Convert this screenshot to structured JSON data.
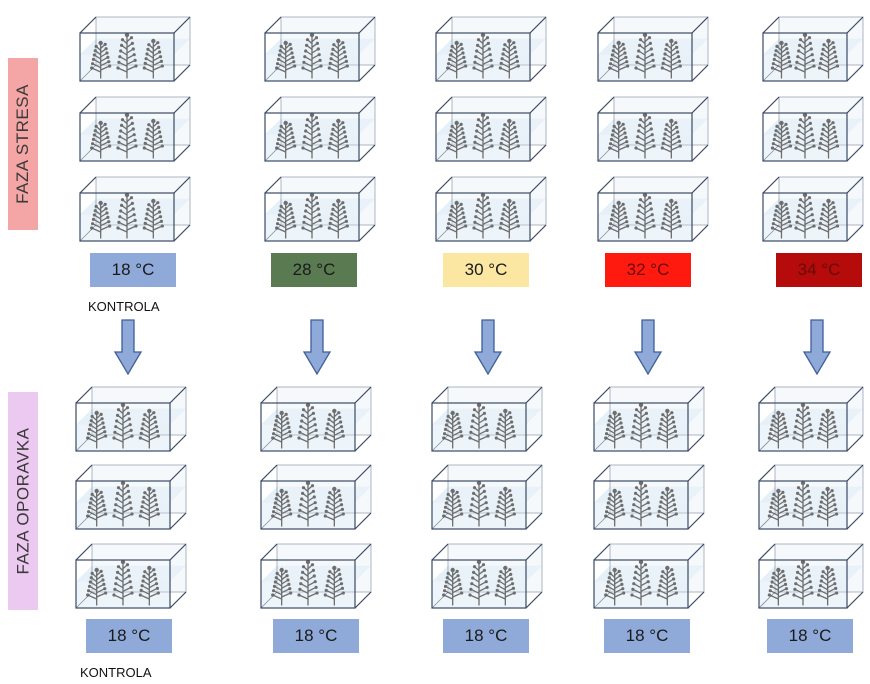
{
  "phases": {
    "stress": {
      "label": "FAZA STRESA",
      "color": "#f4a6a6"
    },
    "recovery": {
      "label": "FAZA OPORAVKA",
      "color": "#ecc9f0"
    }
  },
  "columns": [
    {
      "stress_temp": "18 °C",
      "stress_color": "#8fa9d8",
      "stress_text_color": "#1a1a1a",
      "recovery_temp": "18 °C",
      "recovery_color": "#8fa9d8"
    },
    {
      "stress_temp": "28 °C",
      "stress_color": "#5a7a52",
      "stress_text_color": "#1a1a1a",
      "recovery_temp": "18 °C",
      "recovery_color": "#8fa9d8"
    },
    {
      "stress_temp": "30 °C",
      "stress_color": "#fbe6a2",
      "stress_text_color": "#1a1a1a",
      "recovery_temp": "18 °C",
      "recovery_color": "#8fa9d8"
    },
    {
      "stress_temp": "32 °C",
      "stress_color": "#ff1a10",
      "stress_text_color": "#6a0a0a",
      "recovery_temp": "18 °C",
      "recovery_color": "#8fa9d8"
    },
    {
      "stress_temp": "34 °C",
      "stress_color": "#b50b0b",
      "stress_text_color": "#6a0a0a",
      "recovery_temp": "18 °C",
      "recovery_color": "#8fa9d8"
    }
  ],
  "control_label": "KONTROLA",
  "colors": {
    "arrow_fill": "#8fa9d8",
    "arrow_stroke": "#3f5f9a",
    "tank_stroke": "#3a4a66",
    "water": "#cfe3f2",
    "plant": "#6e6e6e"
  }
}
